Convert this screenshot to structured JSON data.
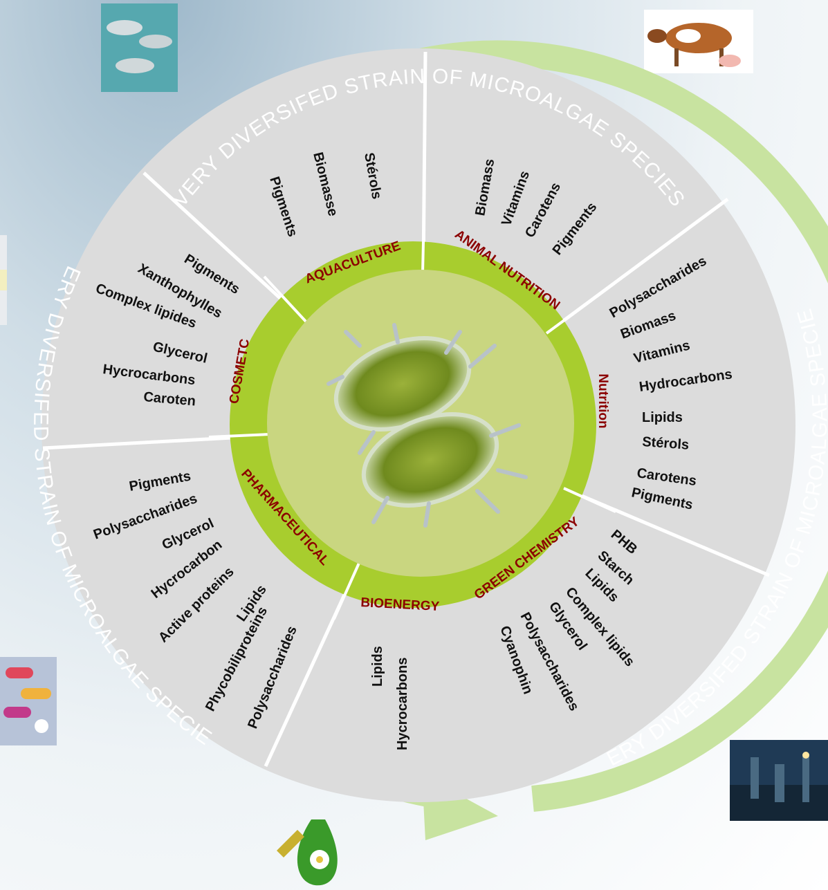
{
  "band_text": "VERY DIVERSIFED STRAIN OF MICROALGAE SPECIES",
  "sectors": [
    {
      "label": "AQUACULTURE",
      "products": [
        "Pigments",
        "Biomasse",
        "Stérols"
      ]
    },
    {
      "label": "ANIMAL NUTRITION",
      "products": [
        "Biomass",
        "Vitamins",
        "Carotens",
        "Pigments"
      ]
    },
    {
      "label": "Nutrition",
      "products": [
        "Polysaccharides",
        "Biomass",
        "Vitamins",
        "Hydrocarbons",
        "Lipids",
        "Stérols",
        "Carotens",
        "Pigments"
      ]
    },
    {
      "label": "GREEN CHEMISTRY",
      "products": [
        "PHB",
        "Starch",
        "Lipids",
        "Complex lipids",
        "Glycerol",
        "Polysaccharides",
        "Cyanophin"
      ]
    },
    {
      "label": "BIOENERGY",
      "products": [
        "Lipids",
        "Hycrocarbons"
      ]
    },
    {
      "label": "PHARMACEUTICAL",
      "products": [
        "Pigments",
        "Polysaccharides",
        "Glycerol",
        "Hycrocarbon",
        "Active proteins",
        "Lipids",
        "Phycobiliproteins",
        "Polysaccharides"
      ]
    },
    {
      "label": "COSMETC",
      "products": [
        "Pigments",
        "Xanthophylles",
        "Complex lipides",
        "Glycerol",
        "Hycrocarbons",
        "Caroten"
      ]
    }
  ],
  "colors": {
    "band": "#c8e3a0",
    "ring": "#a8cd2e",
    "outer_disk": "#dcdcdc",
    "center": "#c9d680",
    "sector_label": "#8b0000"
  },
  "icons": [
    "fish-image",
    "cattle-image",
    "refinery-image",
    "pills-image",
    "biofuel-drop-icon",
    "cosmetic-jar-image"
  ]
}
